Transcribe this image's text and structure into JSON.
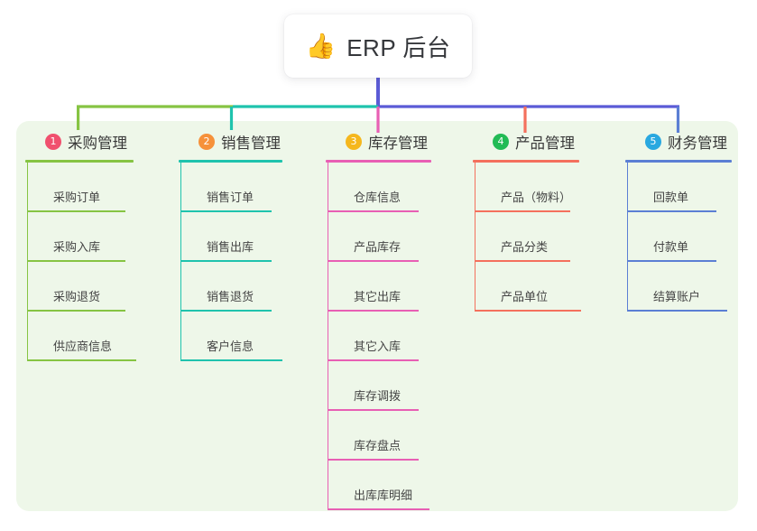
{
  "diagram": {
    "title": "ERP 后台",
    "root_icon": "thumbs-up-icon",
    "root_emoji": "👍",
    "page_background": "#ffffff",
    "panel_background": "#eef7e9",
    "root_line_color": "#5b5bd6",
    "columns": [
      {
        "index": "1",
        "title": "采购管理",
        "badge_color": "#f0506e",
        "line_color": "#86c443",
        "items": [
          "采购订单",
          "采购入库",
          "采购退货",
          "供应商信息"
        ]
      },
      {
        "index": "2",
        "title": "销售管理",
        "badge_color": "#f6913a",
        "line_color": "#1fc3ad",
        "items": [
          "销售订单",
          "销售出库",
          "销售退货",
          "客户信息"
        ]
      },
      {
        "index": "3",
        "title": "库存管理",
        "badge_color": "#f5b71d",
        "line_color": "#e85fb4",
        "items": [
          "仓库信息",
          "产品库存",
          "其它出库",
          "其它入库",
          "库存调拨",
          "库存盘点",
          "出库库明细"
        ]
      },
      {
        "index": "4",
        "title": "产品管理",
        "badge_color": "#22bb55",
        "line_color": "#f4705d",
        "items": [
          "产品（物料）",
          "产品分类",
          "产品单位"
        ]
      },
      {
        "index": "5",
        "title": "财务管理",
        "badge_color": "#29a8e0",
        "line_color": "#5b7fd4",
        "items": [
          "回款单",
          "付款单",
          "结算账户"
        ]
      }
    ]
  },
  "chart_data": {
    "type": "diagram",
    "title": "ERP 后台",
    "layout": "tree-mindmap-horizontal-bus",
    "root": "ERP 后台",
    "branches": [
      {
        "label": "1 采购管理",
        "children": [
          "采购订单",
          "采购入库",
          "采购退货",
          "供应商信息"
        ]
      },
      {
        "label": "2 销售管理",
        "children": [
          "销售订单",
          "销售出库",
          "销售退货",
          "客户信息"
        ]
      },
      {
        "label": "3 库存管理",
        "children": [
          "仓库信息",
          "产品库存",
          "其它出库",
          "其它入库",
          "库存调拨",
          "库存盘点",
          "出库库明细"
        ]
      },
      {
        "label": "4 产品管理",
        "children": [
          "产品（物料）",
          "产品分类",
          "产品单位"
        ]
      },
      {
        "label": "5 财务管理",
        "children": [
          "回款单",
          "付款单",
          "结算账户"
        ]
      }
    ]
  }
}
